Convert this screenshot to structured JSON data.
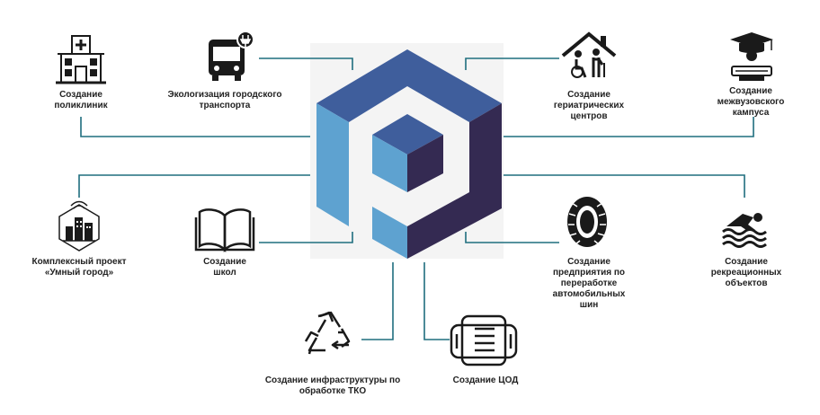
{
  "colors": {
    "connector": "#1f6e7e",
    "cube_top": "#3f5e9c",
    "cube_left": "#5ea2d0",
    "cube_right": "#342a52",
    "icon": "#1a1a1a"
  },
  "items": [
    {
      "id": "clinics",
      "icon": "hospital-icon",
      "lines": [
        "Создание",
        "поликлиник"
      ]
    },
    {
      "id": "transport",
      "icon": "electric-bus-icon",
      "lines": [
        "Экологизация городского",
        "транспорта"
      ]
    },
    {
      "id": "geriatric",
      "icon": "elderly-care-home-icon",
      "lines": [
        "Создание",
        "гериатрических",
        "центров"
      ]
    },
    {
      "id": "campus",
      "icon": "graduation-icon",
      "lines": [
        "Создание",
        "межвузовского",
        "кампуса"
      ]
    },
    {
      "id": "smartcity",
      "icon": "smart-city-icon",
      "lines": [
        "Комплексный проект",
        "«Умный город»"
      ]
    },
    {
      "id": "schools",
      "icon": "open-book-icon",
      "lines": [
        "Создание",
        "школ"
      ]
    },
    {
      "id": "tires",
      "icon": "tire-icon",
      "lines": [
        "Создание",
        "предприятия по",
        "переработке",
        "автомобильных",
        "шин"
      ]
    },
    {
      "id": "recreation",
      "icon": "swimmer-icon",
      "lines": [
        "Создание",
        "рекреационных",
        "объектов"
      ]
    },
    {
      "id": "waste",
      "icon": "recycle-icon",
      "lines": [
        "Создание инфраструктуры по",
        "обработке ТКО"
      ]
    },
    {
      "id": "datacenter",
      "icon": "data-center-icon",
      "lines": [
        "Создание ЦОД"
      ]
    }
  ]
}
